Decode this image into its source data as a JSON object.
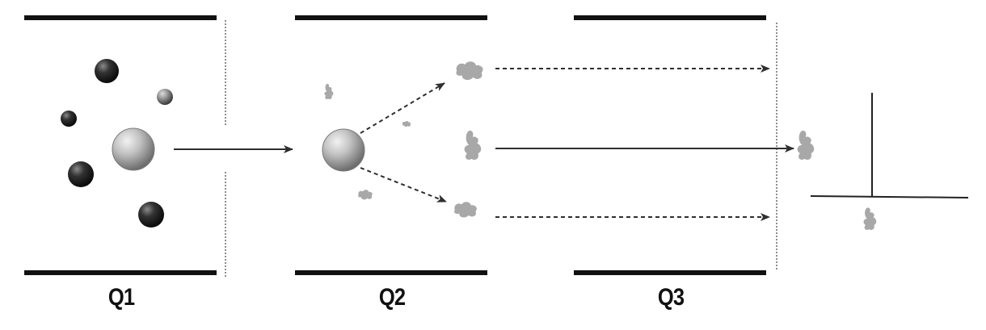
{
  "labels": {
    "q1": "Q1",
    "q2": "Q2",
    "q3": "Q3"
  },
  "colors": {
    "rod": "#111111",
    "arrow": "#333333",
    "precursor_ion": "#b8b8b8",
    "fragment": "#a9a9a9",
    "dark_ion": "#222222",
    "background": "#ffffff"
  },
  "icons": {
    "precursor": "sphere-icon",
    "fragment": "fragment-blob-icon",
    "detector": "detector-cross-icon"
  }
}
